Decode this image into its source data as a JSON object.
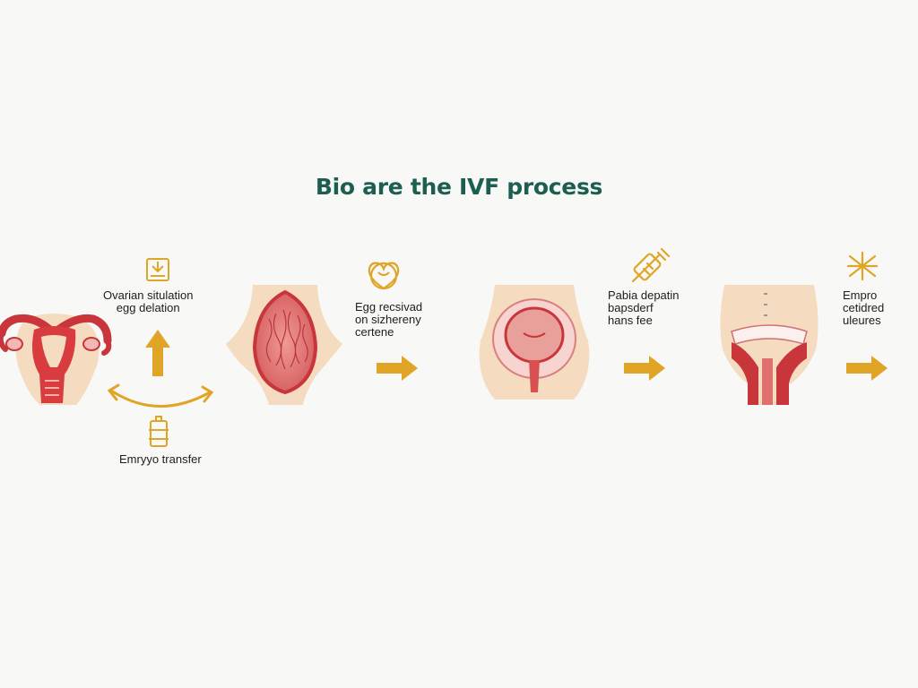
{
  "diagram": {
    "title": "Bio are the IVF process",
    "labels": {
      "stimulation": [
        "Ovarian situlation",
        "egg delation"
      ],
      "transfer": "Emryyo transfer",
      "retrieval": [
        "Egg recsivad",
        "on sizhereny",
        "certene"
      ],
      "fertilization": [
        "Pabia depatin",
        "bapsderf",
        "hans fee"
      ],
      "embryo": [
        "Empro",
        "cetidred",
        "uleures"
      ]
    },
    "icons": [
      "uterus-icon",
      "hormone-box-icon",
      "up-arrow-icon",
      "cycle-arrows-icon",
      "microscope-icon",
      "heart-icon",
      "syringe-icon",
      "sparkle-icon",
      "right-arrow-icon"
    ],
    "colors": {
      "title": "#1c5e50",
      "accent": "#e0a526",
      "organ": "#c8353a",
      "skin": "#f5dcc0",
      "tissue": "#e3807d"
    }
  }
}
